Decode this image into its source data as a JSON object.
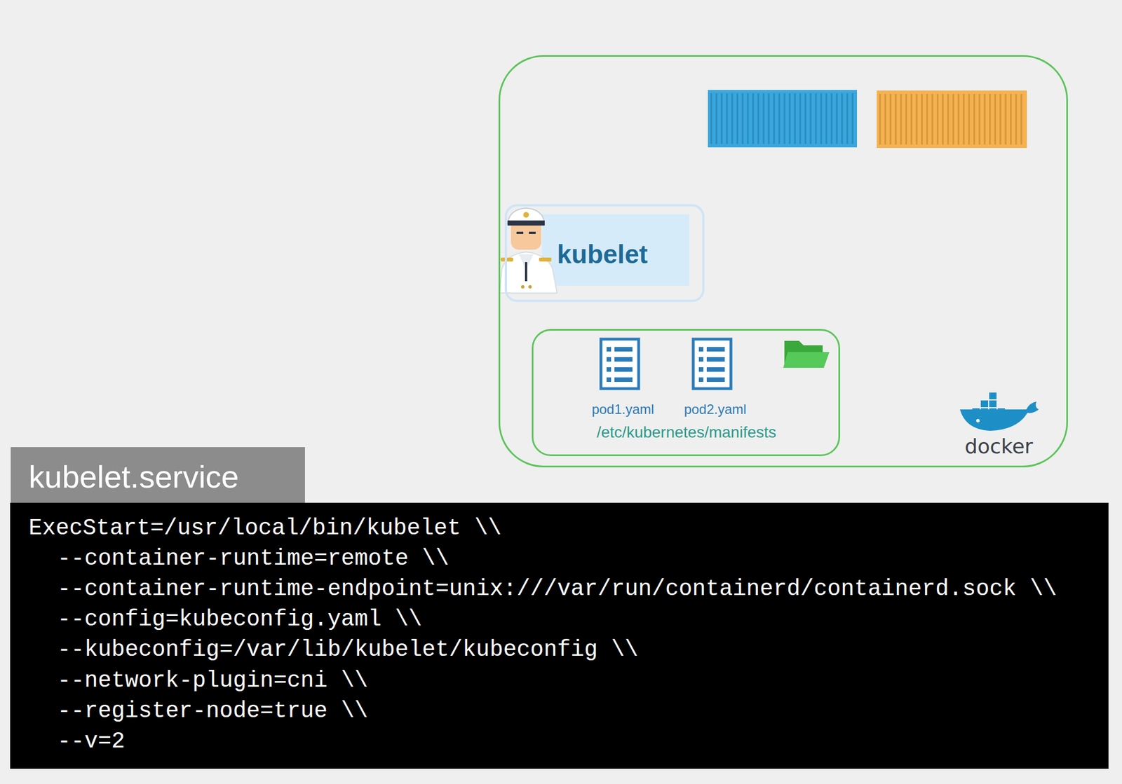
{
  "diagram": {
    "nodes": [
      {
        "text": [
          "docker"
        ]
      },
      {
        "text": [
          "kubelet"
        ],
        "in": 0
      },
      {
        "text": [
          "/etc/kubernetes/manifests"
        ],
        "in": 0
      },
      {
        "text": [
          "pod1.yaml"
        ],
        "in": 2
      },
      {
        "text": [
          "pod2.yaml"
        ],
        "in": 2
      },
      {
        "text": [
          "kubelet.service"
        ]
      },
      {
        "text": [
          "ExecStart=/usr/local/bin/kubelet \\\\",
          "--container-runtime=remote \\\\",
          "--container-runtime-endpoint=unix:///var/run/containerd/containerd.sock \\\\",
          "--config=kubeconfig.yaml \\\\",
          "--kubeconfig=/var/lib/kubelet/kubeconfig \\\\",
          "--network-plugin=cni \\\\",
          "--register-node=true \\\\",
          "--v=2"
        ]
      }
    ]
  }
}
